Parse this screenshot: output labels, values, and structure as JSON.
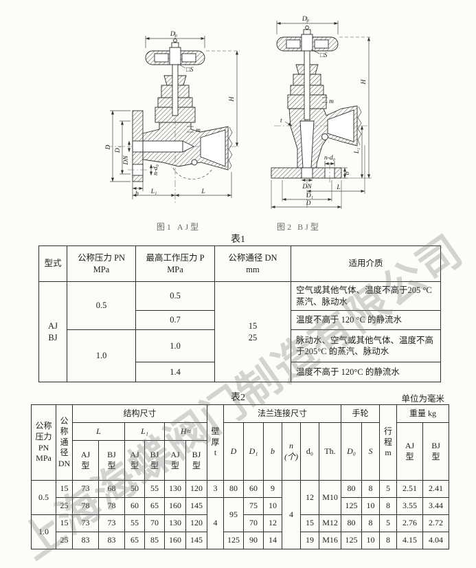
{
  "page": {
    "watermark": "上海海蝶阀门制造有限公司",
    "fig1_caption": "图1  AJ型",
    "fig2_caption": "图2  BJ型"
  },
  "fig1": {
    "d0": "D₀",
    "s": "□S",
    "h": "H",
    "m": "m",
    "d": "D",
    "d1": "D₁",
    "dn": "DN",
    "nd0": "n-d₀",
    "b": "b",
    "l1": "L₁",
    "l": "L"
  },
  "fig2": {
    "d0": "D₀",
    "s": "□S",
    "h": "H",
    "m": "m",
    "t_label": "t",
    "dn": "DN",
    "nd0": "n-d₀",
    "b": "b",
    "l": "L",
    "l1": "L₁",
    "d1": "D₁",
    "d": "D"
  },
  "table1": {
    "title": "表1",
    "headers": {
      "type": "型式",
      "pn": "公称压力 PN\nMPa",
      "p": "最高工作压力 P\nMPa",
      "dn": "公称通径 DN\nmm",
      "medium": "适用介质"
    },
    "type_value": "AJ\nBJ",
    "dn_value": "15\n25",
    "pn1": "0.5",
    "pn2": "1.0",
    "p1": "0.5",
    "p2": "0.7",
    "p3": "1.0",
    "p4": "1.4",
    "media1": "空气或其他气体、温度不高于205 °C蒸汽、脉动水",
    "media2": "温度不高于 120 °C 的静流水",
    "media3": "脉动水、空气或其他气体、温度不高于205°C 的蒸汽、脉动水",
    "media4": "温度不高于 120°C 的静流水"
  },
  "table2": {
    "title": "表2",
    "unit": "单位为毫米",
    "h": {
      "pn": "公称\n压力\nPN\nMPa",
      "dn": "公\n称\n通\n径\nDN",
      "structure": "结构尺寸",
      "L": "L",
      "L1": "L₁",
      "H": "H≈",
      "aj": "AJ\n型",
      "bj": "BJ\n型",
      "t": "壁\n厚\nt",
      "flange": "法兰连接尺寸",
      "D": "D",
      "D1": "D₁",
      "b": "b",
      "n": "n\n(个)",
      "d0": "d₀",
      "th": "Th.",
      "wheel": "手轮",
      "D0": "D₀",
      "S": "S",
      "stroke": "行\n程\nm",
      "weight": "重量 kg"
    },
    "pn1": "0.5",
    "pn2": "1.0",
    "t1": "3",
    "t2": "4",
    "D_1": "80",
    "D_23": "95",
    "D_4": "125",
    "n_all": "4",
    "d0_12": "12",
    "d0_3": "15",
    "d0_4": "19",
    "th_12": "M10",
    "th_3": "M12",
    "th_4": "M16",
    "rows": [
      {
        "dn": "15",
        "laj": "73",
        "lbj": "68",
        "l1aj": "50",
        "l1bj": "55",
        "haj": "130",
        "hbj": "120",
        "d1": "60",
        "b": "9",
        "d0w": "80",
        "s": "8",
        "m": "5",
        "waj": "2.51",
        "wbj": "2.41"
      },
      {
        "dn": "25",
        "laj": "78",
        "lbj": "78",
        "l1aj": "60",
        "l1bj": "65",
        "haj": "160",
        "hbj": "145",
        "d1": "75",
        "b": "10",
        "d0w": "125",
        "s": "10",
        "m": "8",
        "waj": "3.55",
        "wbj": "3.44"
      },
      {
        "dn": "15",
        "laj": "73",
        "lbj": "73",
        "l1aj": "55",
        "l1bj": "70",
        "haj": "130",
        "hbj": "120",
        "d1": "70",
        "b": "12",
        "d0w": "80",
        "s": "8",
        "m": "5",
        "waj": "2.76",
        "wbj": "2.72"
      },
      {
        "dn": "25",
        "laj": "83",
        "lbj": "83",
        "l1aj": "65",
        "l1bj": "85",
        "haj": "160",
        "hbj": "145",
        "d1": "90",
        "b": "14",
        "d0w": "125",
        "s": "10",
        "m": "8",
        "waj": "4.15",
        "wbj": "4.04"
      }
    ]
  }
}
